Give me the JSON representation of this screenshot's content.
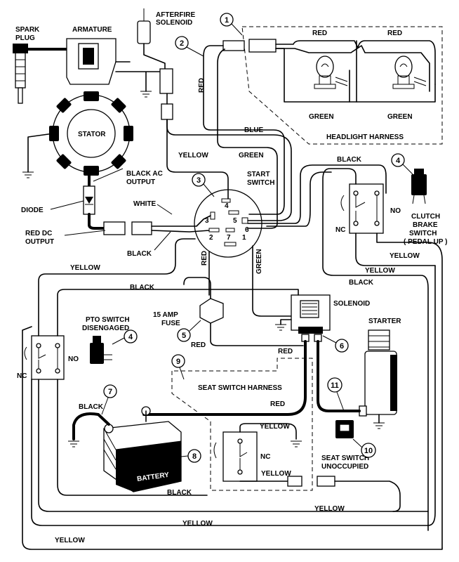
{
  "labels": {
    "spark_plug": [
      "SPARK",
      "PLUG"
    ],
    "armature": "ARMATURE",
    "afterfire_solenoid": [
      "AFTERFIRE",
      "SOLENOID"
    ],
    "stator": "STATOR",
    "black_ac_output": [
      "BLACK AC",
      "OUTPUT"
    ],
    "diode": "DIODE",
    "white": "WHITE",
    "red_dc_output": [
      "RED DC",
      "OUTPUT"
    ],
    "black": "BLACK",
    "yellow": "YELLOW",
    "red": "RED",
    "green": "GREEN",
    "blue": "BLUE",
    "headlight_harness": "HEADLIGHT HARNESS",
    "start_switch": [
      "START",
      "SWITCH"
    ],
    "clutch_brake_switch": [
      "CLUTCH",
      "BRAKE",
      "SWITCH",
      "( PEDAL UP )"
    ],
    "no": "NO",
    "nc": "NC",
    "solenoid": "SOLENOID",
    "starter": "STARTER",
    "pto_switch": [
      "PTO SWITCH",
      "DISENGAGED"
    ],
    "fuse_15amp": [
      "15 AMP",
      "FUSE"
    ],
    "seat_switch_harness": "SEAT SWITCH HARNESS",
    "battery": "BATTERY",
    "seat_switch_unoccupied": [
      "SEAT SWITCH",
      "UNOCCUPIED"
    ],
    "battery_plus": "+",
    "battery_minus": "−"
  },
  "start_switch_terminals": [
    "4",
    "3",
    "5",
    "6",
    "2",
    "7",
    "1"
  ],
  "callouts": [
    "1",
    "2",
    "3",
    "4",
    "4",
    "5",
    "6",
    "7",
    "8",
    "9",
    "10",
    "11"
  ]
}
